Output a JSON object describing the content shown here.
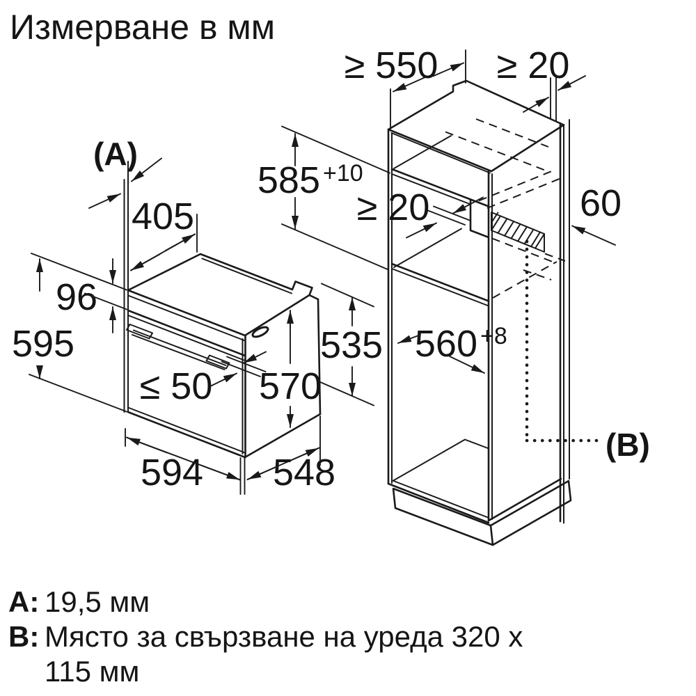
{
  "title": "Измерване в мм",
  "oven": {
    "label_a": "(A)",
    "top_depth": "405",
    "panel_height": "96",
    "height": "595",
    "handle_clearance": "≤ 50",
    "side_height": "570",
    "width": "594",
    "depth": "548"
  },
  "cabinet": {
    "min_depth": "≥ 550",
    "rear_wall_gap": "≥ 20",
    "niche_height": "585",
    "niche_height_tolerance": "+10",
    "vent_gap": "≥ 20",
    "channel_depth": "60",
    "niche_width": "560",
    "niche_width_tolerance": "+8",
    "front_clearance": "535",
    "label_b": "(B)"
  },
  "legend": {
    "a_key": "A:",
    "a_value": "19,5 мм",
    "b_key": "B:",
    "b_line1": "Място за свързване на уреда 320 x",
    "b_line2": "115 мм"
  }
}
